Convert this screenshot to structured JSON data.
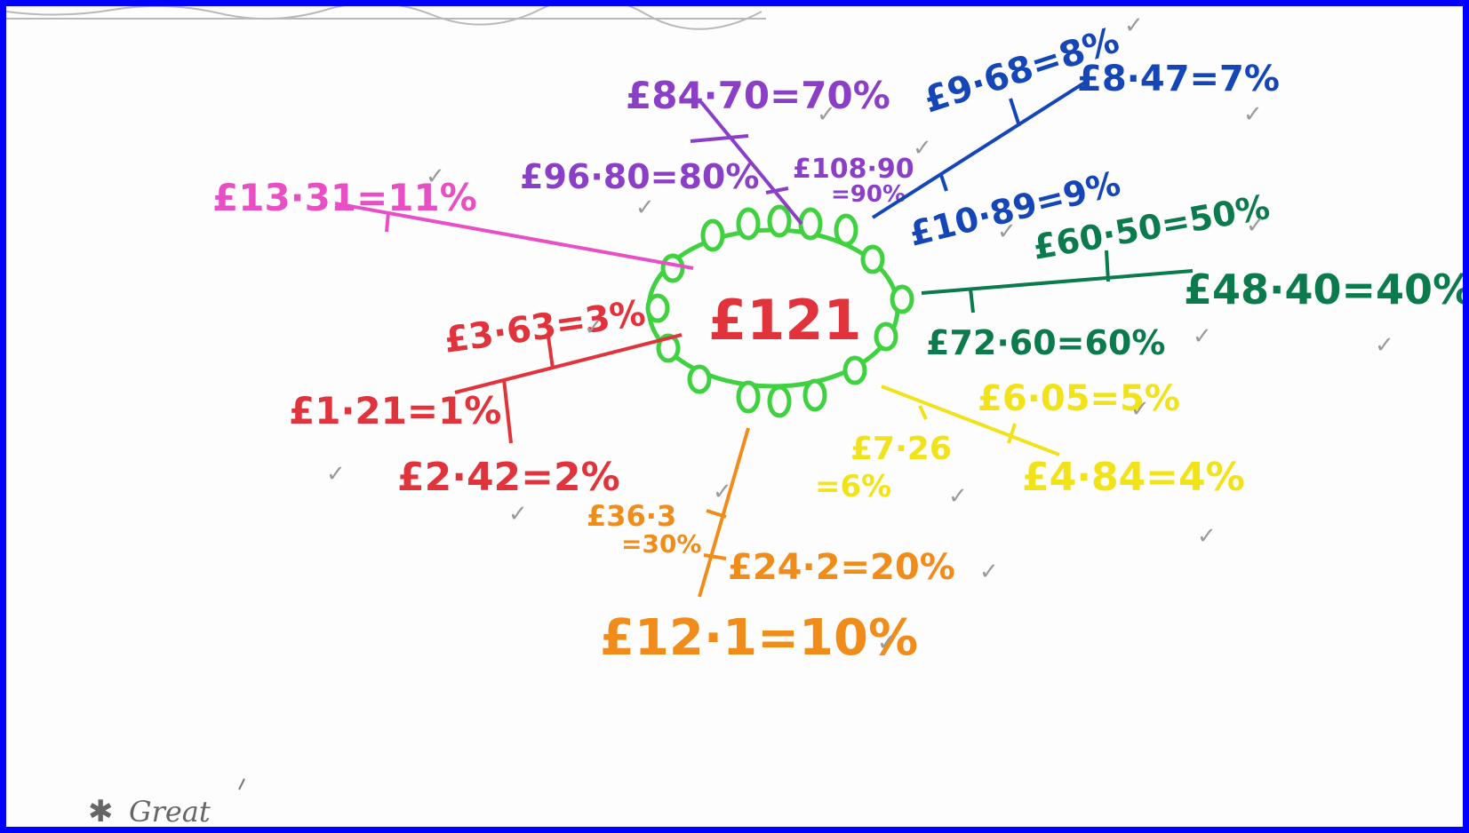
{
  "header_scribble": "",
  "center": {
    "text": "£121",
    "color": "#3fd13f"
  },
  "colors": {
    "pink": "#e84fc4",
    "purple": "#8a3fc6",
    "blue": "#1446b8",
    "green": "#0b7a4c",
    "yellow": "#f2e21a",
    "orange": "#f08c1a",
    "red": "#e0333c"
  },
  "labels": {
    "p11": "£13·31=11%",
    "p70": "£84·70=70%",
    "p80": "£96·80=80%",
    "p90a": "£108·90",
    "p90b": "=90%",
    "p8": "£9·68=8%",
    "p7": "£8·47=7%",
    "p9": "£10·89=9%",
    "p50": "£60·50=50%",
    "p40": "£48·40=40%",
    "p60": "£72·60=60%",
    "p5": "£6·05=5%",
    "p6a": "£7·26",
    "p6b": "=6%",
    "p4": "£4·84=4%",
    "p3": "£3·63=3%",
    "p1": "£1·21=1%",
    "p2": "£2·42=2%",
    "p30a": "£36·3",
    "p30b": "=30%",
    "p20": "£24·2=20%",
    "p10": "£12·1=10%"
  },
  "tick_mark": "✓",
  "footer": {
    "star": "✱",
    "comment": "Great"
  }
}
